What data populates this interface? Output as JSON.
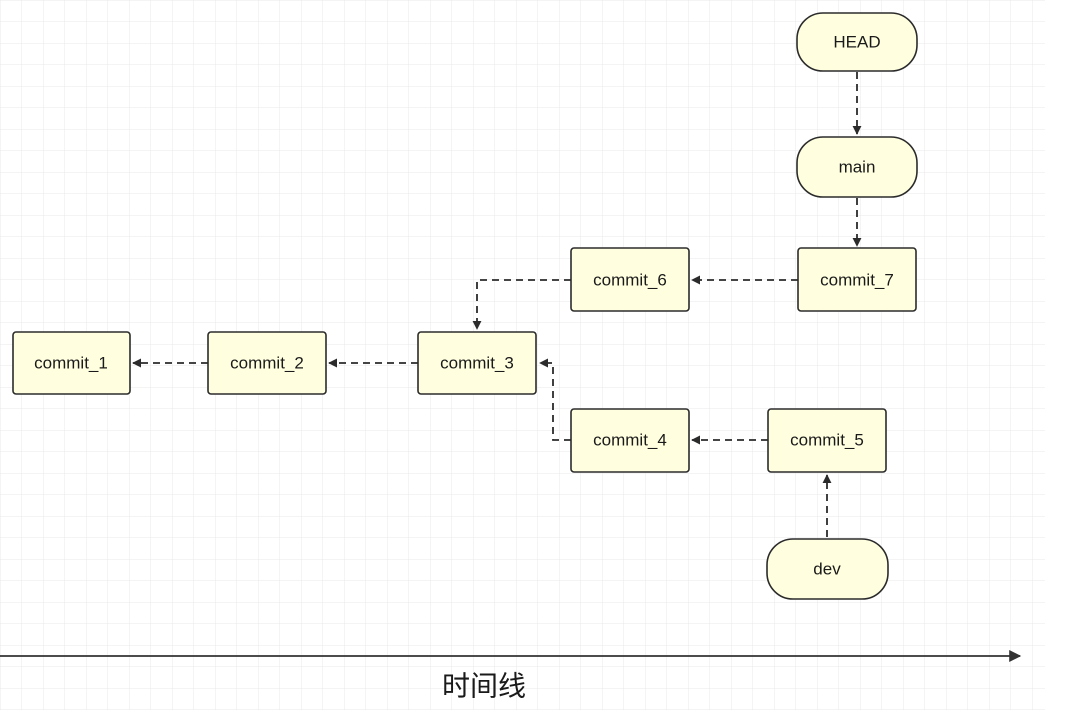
{
  "diagram": {
    "nodes": {
      "head": "HEAD",
      "main": "main",
      "dev": "dev",
      "commit_1": "commit_1",
      "commit_2": "commit_2",
      "commit_3": "commit_3",
      "commit_4": "commit_4",
      "commit_5": "commit_5",
      "commit_6": "commit_6",
      "commit_7": "commit_7"
    },
    "edges": [
      {
        "from": "head",
        "to": "main"
      },
      {
        "from": "main",
        "to": "commit_7"
      },
      {
        "from": "commit_7",
        "to": "commit_6"
      },
      {
        "from": "commit_6",
        "to": "commit_3"
      },
      {
        "from": "commit_3",
        "to": "commit_2"
      },
      {
        "from": "commit_2",
        "to": "commit_1"
      },
      {
        "from": "commit_5",
        "to": "commit_4"
      },
      {
        "from": "commit_4",
        "to": "commit_3"
      },
      {
        "from": "dev",
        "to": "commit_5"
      }
    ],
    "timeline_label": "时间线"
  },
  "colors": {
    "node_fill": "#ffffe0",
    "node_stroke": "#2b2b2b",
    "grid_line": "#e9e9e9",
    "edge": "#2b2b2b"
  }
}
